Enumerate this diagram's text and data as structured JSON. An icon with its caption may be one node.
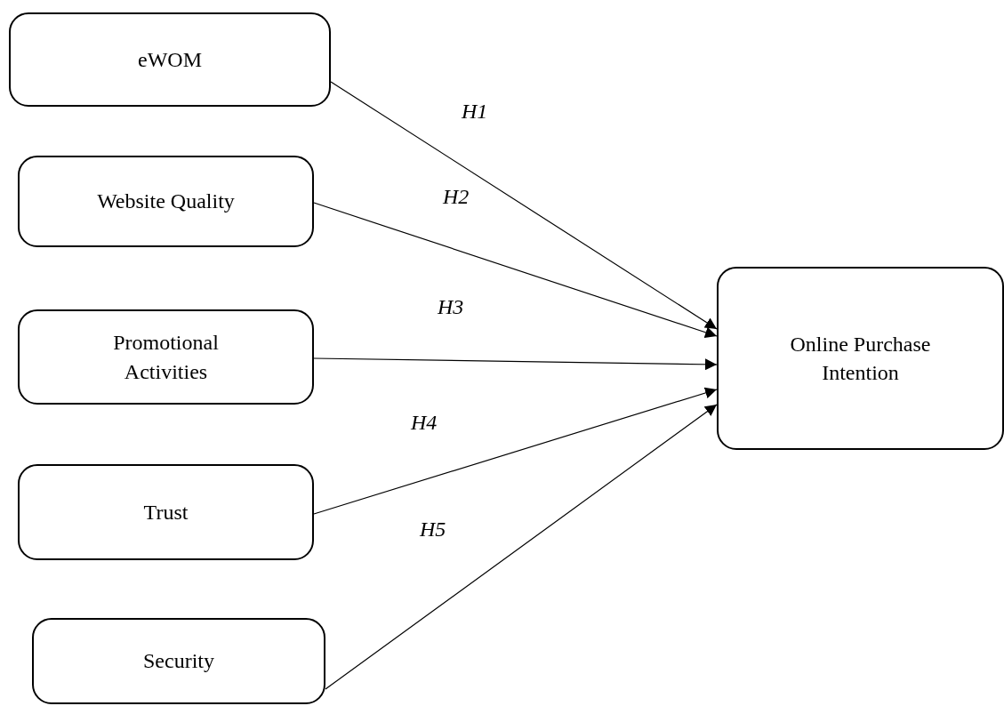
{
  "diagram": {
    "nodes": [
      {
        "text": [
          "eWOM"
        ]
      },
      {
        "text": [
          "Website Quality"
        ]
      },
      {
        "text": [
          "Promotional Activities"
        ]
      },
      {
        "text": [
          "Trust"
        ]
      },
      {
        "text": [
          "Security"
        ]
      },
      {
        "text": [
          "Online Purchase Intention"
        ]
      }
    ],
    "edges": [
      {
        "from": 0,
        "to": 5,
        "arrow": "to",
        "label": "H1"
      },
      {
        "from": 1,
        "to": 5,
        "arrow": "to",
        "label": "H2"
      },
      {
        "from": 2,
        "to": 5,
        "arrow": "to",
        "label": "H3"
      },
      {
        "from": 3,
        "to": 5,
        "arrow": "to",
        "label": "H4"
      },
      {
        "from": 4,
        "to": 5,
        "arrow": "to",
        "label": "H5"
      }
    ]
  }
}
